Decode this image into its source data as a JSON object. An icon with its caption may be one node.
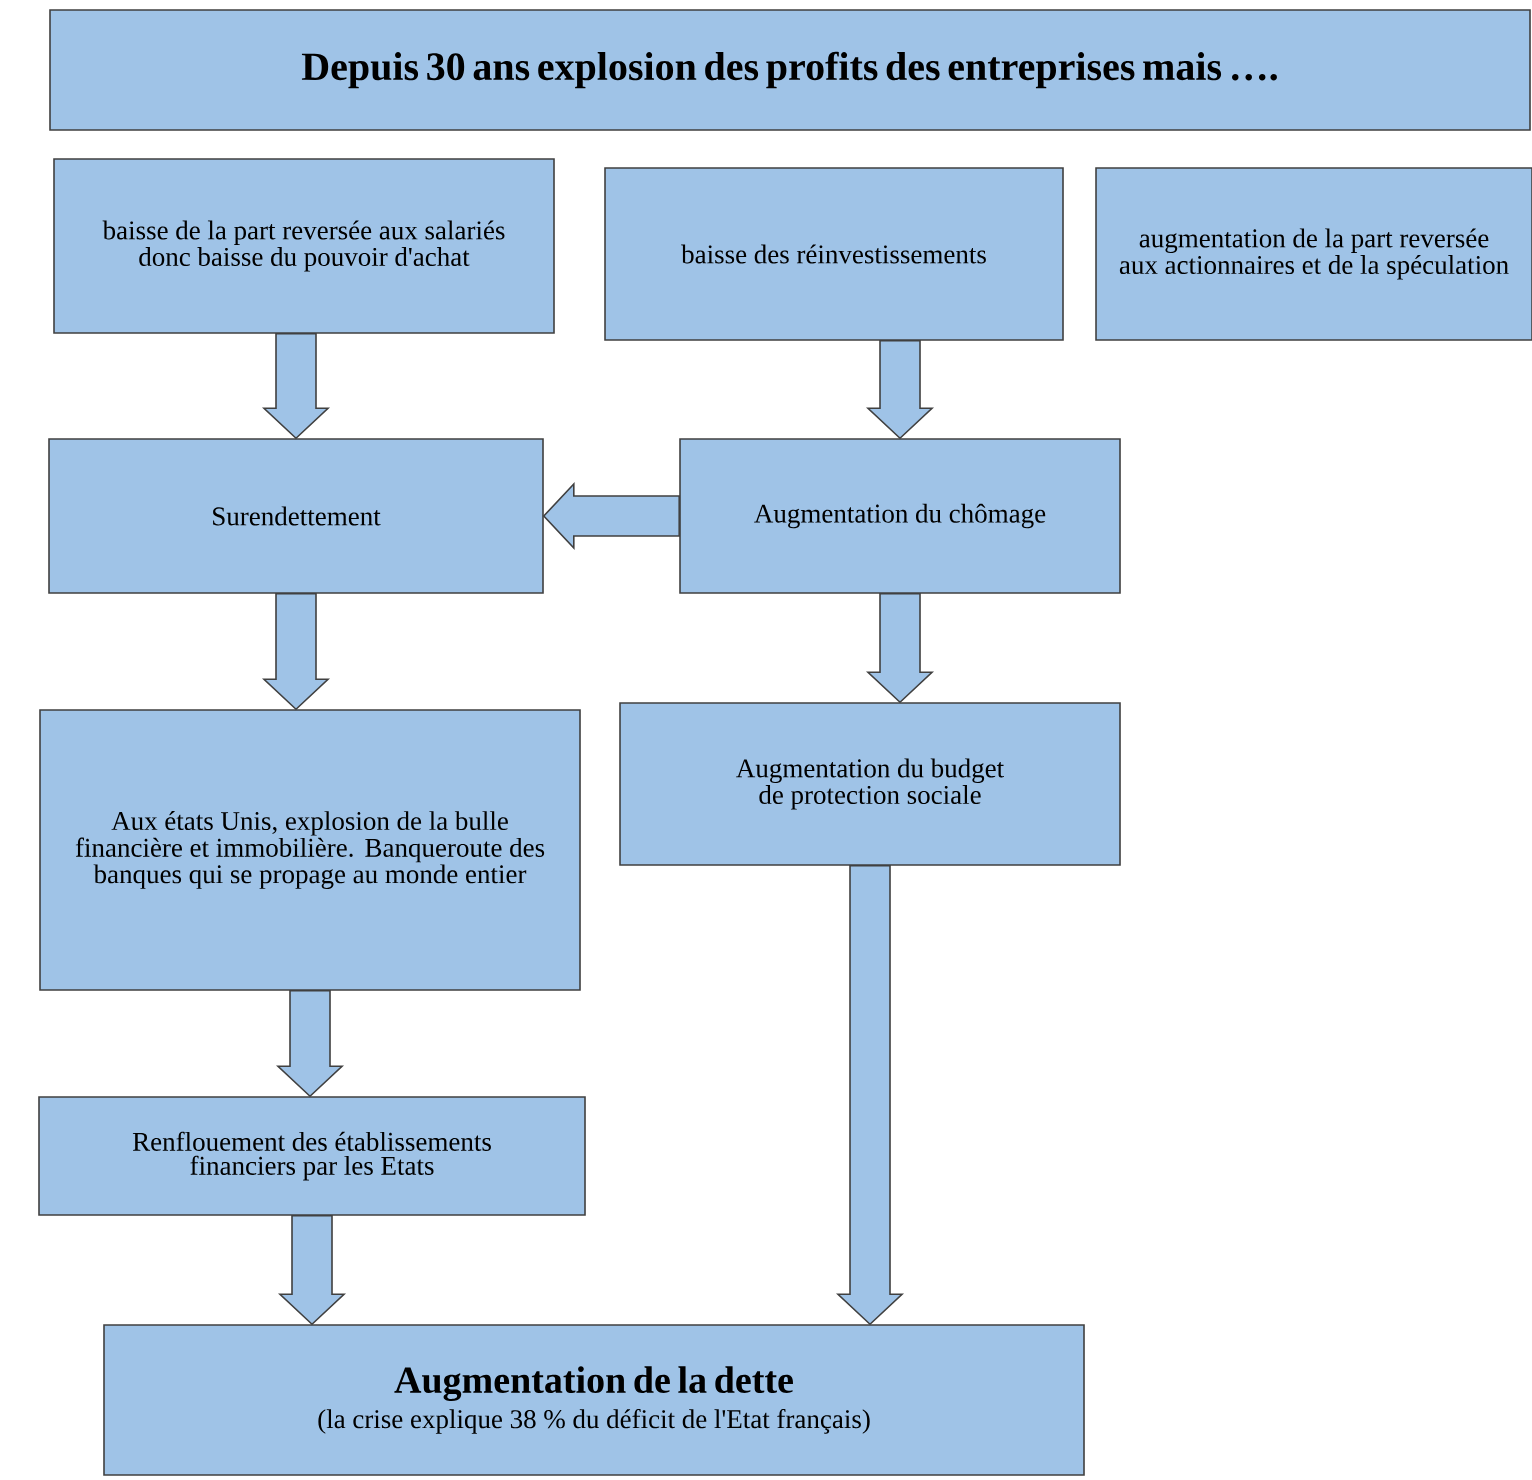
{
  "diagram": {
    "nodes": [
      {
        "text": [
          "Depuis 30 ans explosion des profits des entreprises mais …."
        ]
      },
      {
        "text": [
          "baisse de la part reversée aux salariés donc baisse du pouvoir d'achat"
        ]
      },
      {
        "text": [
          "baisse des réinvestissements"
        ]
      },
      {
        "text": [
          "augmentation de la part reversée aux actionnaires et de la spéculation"
        ]
      },
      {
        "text": [
          "Surendettement"
        ]
      },
      {
        "text": [
          "Augmentation du chômage"
        ]
      },
      {
        "text": [
          "Aux états Unis, explosion de la bulle financière et immobilière. Banqueroute des banques qui se propage au monde entier"
        ]
      },
      {
        "text": [
          "Augmentation du budget de protection sociale"
        ]
      },
      {
        "text": [
          "Renflouement des établissements financiers par les Etats"
        ]
      },
      {
        "text": [
          "Augmentation de la dette",
          "(la crise explique 38 % du déficit de l'Etat français)"
        ]
      }
    ],
    "edges": [
      {
        "from": 1,
        "to": 4,
        "arrow": "to"
      },
      {
        "from": 2,
        "to": 5,
        "arrow": "to"
      },
      {
        "from": 5,
        "to": 4,
        "arrow": "to"
      },
      {
        "from": 4,
        "to": 6,
        "arrow": "to"
      },
      {
        "from": 5,
        "to": 7,
        "arrow": "to"
      },
      {
        "from": 6,
        "to": 8,
        "arrow": "to"
      },
      {
        "from": 8,
        "to": 9,
        "arrow": "to"
      },
      {
        "from": 7,
        "to": 9,
        "arrow": "to"
      }
    ]
  }
}
